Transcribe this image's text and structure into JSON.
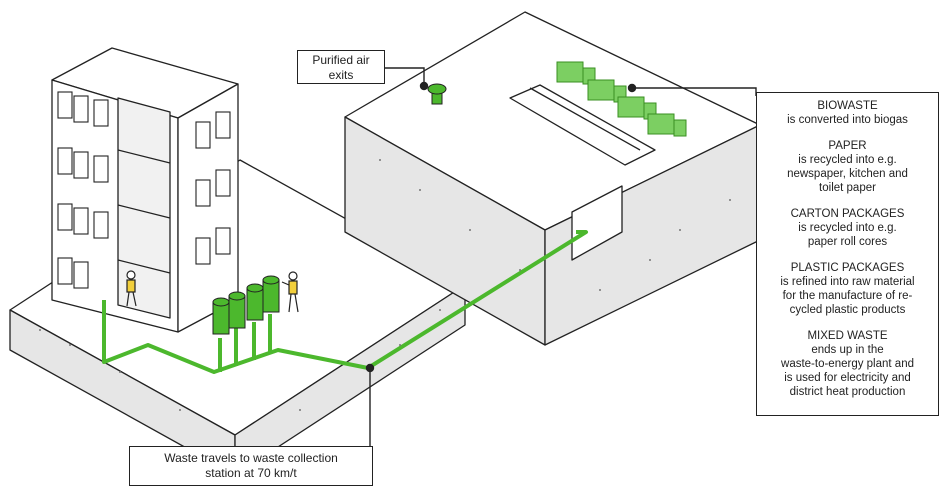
{
  "callouts": {
    "air": [
      "Purified air",
      "exits"
    ],
    "travel": [
      "Waste travels to waste collection",
      "station at 70 km/t"
    ]
  },
  "waste_types": [
    {
      "title": "BIOWASTE",
      "lines": [
        "is converted into biogas"
      ]
    },
    {
      "title": "PAPER",
      "lines": [
        "is recycled into e.g.",
        "newspaper, kitchen and",
        "toilet paper"
      ]
    },
    {
      "title": "CARTON PACKAGES",
      "lines": [
        "is recycled into e.g.",
        "paper roll cores"
      ]
    },
    {
      "title": "PLASTIC PACKAGES",
      "lines": [
        "is refined into raw material",
        "for the manufacture of re-",
        "cycled plastic products"
      ]
    },
    {
      "title": "MIXED WASTE",
      "lines": [
        "ends up in the",
        "waste-to-energy plant and",
        "is used for electricity and",
        "district heat production"
      ]
    }
  ],
  "colors": {
    "pipe": "#4cb82d",
    "ground": "#e6e6e6",
    "outline": "#222222",
    "truck": "#7ccf62"
  }
}
